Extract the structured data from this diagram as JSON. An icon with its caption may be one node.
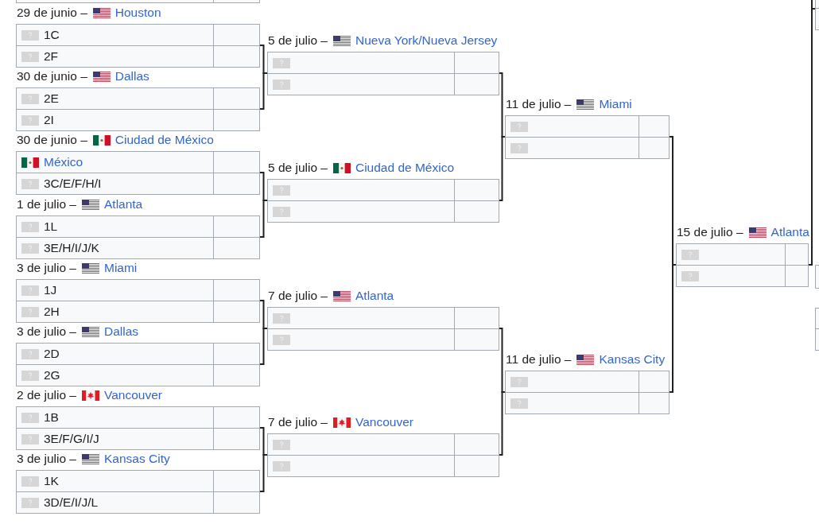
{
  "diagram": {
    "nodes": [
      {
        "text": [],
        "shape": "box"
      },
      {
        "text": [
          "29 de junio –",
          "Houston",
          "1C",
          "2F"
        ]
      },
      {
        "text": [
          "30 de junio –",
          "Dallas",
          "2E",
          "2I"
        ]
      },
      {
        "text": [
          "30 de junio –",
          "Ciudad de México",
          "México",
          "3C/E/F/H/I"
        ]
      },
      {
        "text": [
          "1 de julio –",
          "Atlanta",
          "1L",
          "3E/H/I/J/K"
        ]
      },
      {
        "text": [
          "3 de julio –",
          "Miami",
          "1J",
          "2H"
        ]
      },
      {
        "text": [
          "3 de julio –",
          "Dallas",
          "2D",
          "2G"
        ]
      },
      {
        "text": [
          "2 de julio –",
          "Vancouver",
          "1B",
          "3E/F/G/I/J"
        ]
      },
      {
        "text": [
          "3 de julio –",
          "Kansas City",
          "1K",
          "3D/E/I/J/L"
        ]
      },
      {
        "text": [
          "5 de julio –",
          "Nueva York/Nueva Jersey"
        ]
      },
      {
        "text": [
          "5 de julio –",
          "Ciudad de México"
        ]
      },
      {
        "text": [
          "7 de julio –",
          "Atlanta"
        ]
      },
      {
        "text": [
          "7 de julio –",
          "Vancouver"
        ]
      },
      {
        "text": [
          "11 de julio –",
          "Miami"
        ]
      },
      {
        "text": [
          "11 de julio –",
          "Kansas City"
        ]
      },
      {
        "text": [
          "15 de julio –",
          "Atlanta"
        ]
      },
      {
        "text": [],
        "shape": "box"
      },
      {
        "text": [],
        "shape": "box"
      },
      {
        "text": [],
        "shape": "box"
      }
    ],
    "edges": [
      {
        "from": 1,
        "to": 9,
        "arrow": "none"
      },
      {
        "from": 2,
        "to": 9,
        "arrow": "none"
      },
      {
        "from": 3,
        "to": 10,
        "arrow": "none"
      },
      {
        "from": 4,
        "to": 10,
        "arrow": "none"
      },
      {
        "from": 5,
        "to": 11,
        "arrow": "none"
      },
      {
        "from": 6,
        "to": 11,
        "arrow": "none"
      },
      {
        "from": 7,
        "to": 12,
        "arrow": "none"
      },
      {
        "from": 8,
        "to": 12,
        "arrow": "none"
      },
      {
        "from": 9,
        "to": 13,
        "arrow": "none"
      },
      {
        "from": 10,
        "to": 13,
        "arrow": "none"
      },
      {
        "from": 11,
        "to": 14,
        "arrow": "none"
      },
      {
        "from": 12,
        "to": 14,
        "arrow": "none"
      },
      {
        "from": 13,
        "to": 15,
        "arrow": "none"
      },
      {
        "from": 14,
        "to": 15,
        "arrow": "none"
      },
      {
        "from": 15,
        "to": 16,
        "arrow": "none"
      },
      {
        "from": null,
        "to": 16,
        "arrow": "none"
      }
    ]
  }
}
